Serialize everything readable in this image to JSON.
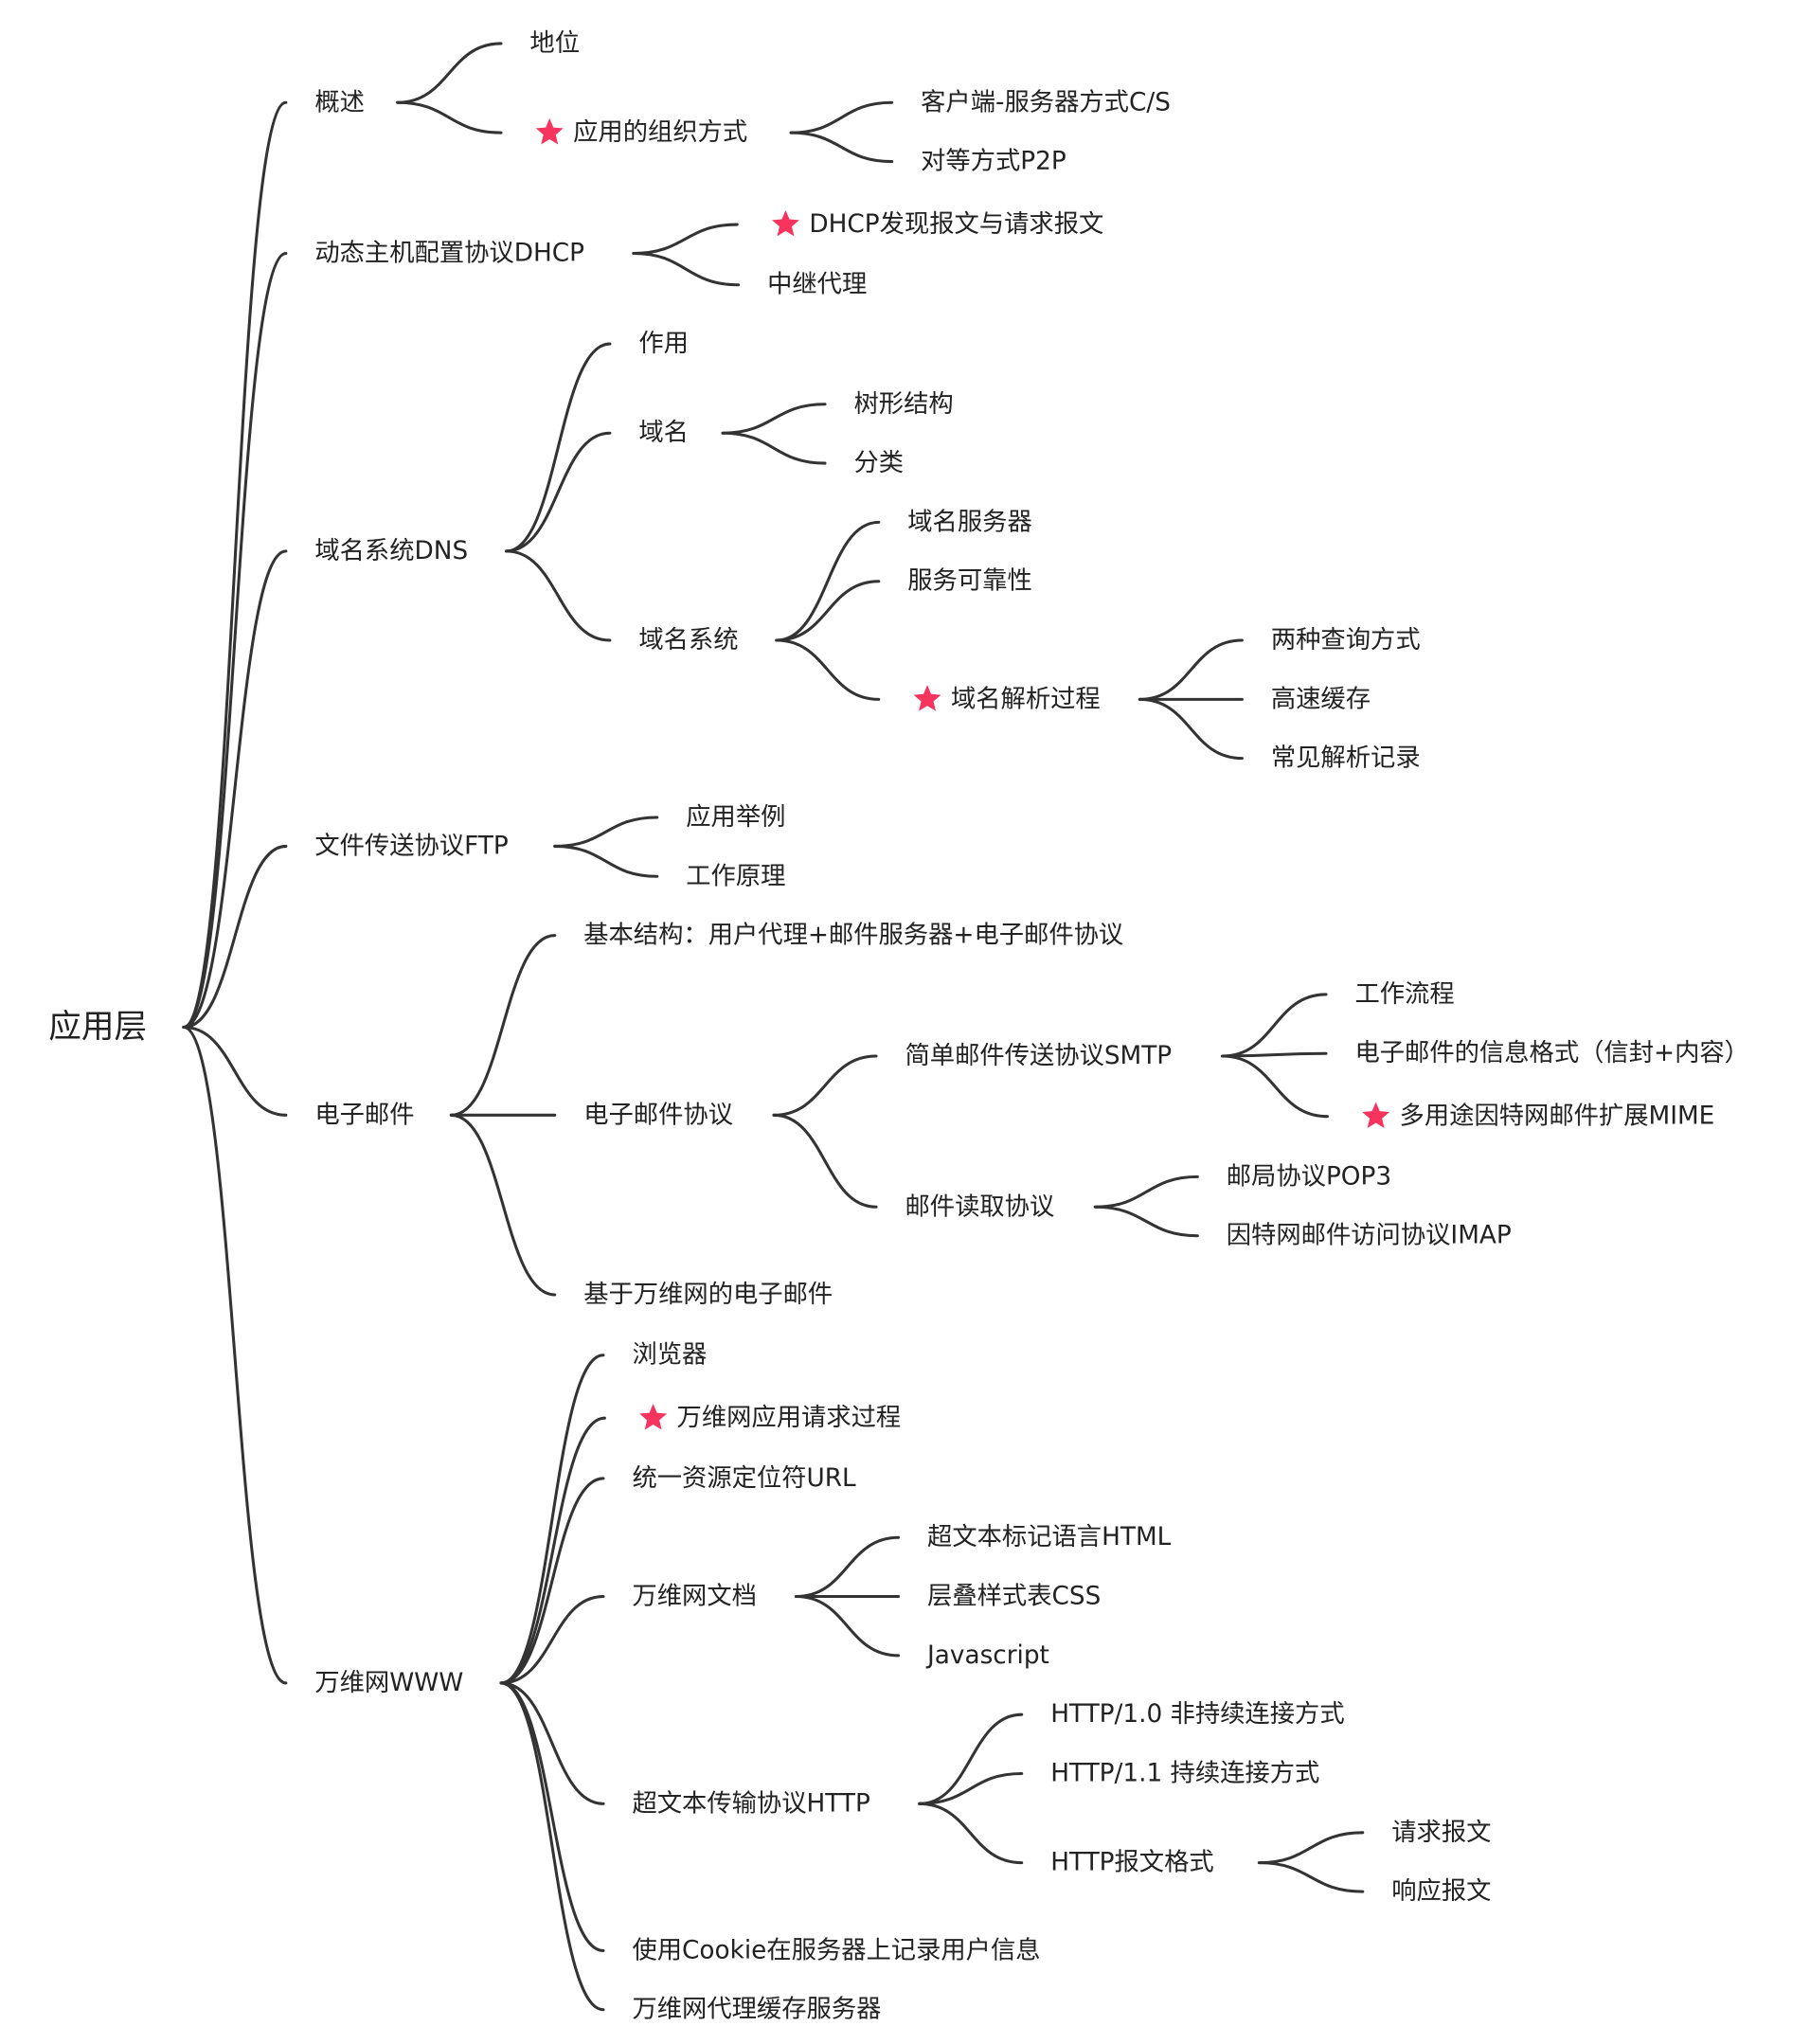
{
  "colors": {
    "line": "#333333",
    "text": "#222222",
    "star": "#f7345e"
  },
  "root": {
    "label": "应用层",
    "children": [
      {
        "label": "概述",
        "children": [
          {
            "label": "地位"
          },
          {
            "label": "应用的组织方式",
            "starred": true,
            "children": [
              {
                "label": "客户端-服务器方式C/S"
              },
              {
                "label": "对等方式P2P"
              }
            ]
          }
        ]
      },
      {
        "label": "动态主机配置协议DHCP",
        "children": [
          {
            "label": "DHCP发现报文与请求报文",
            "starred": true
          },
          {
            "label": "中继代理"
          }
        ]
      },
      {
        "label": "域名系统DNS",
        "children": [
          {
            "label": "作用"
          },
          {
            "label": "域名",
            "children": [
              {
                "label": "树形结构"
              },
              {
                "label": "分类"
              }
            ]
          },
          {
            "label": "域名系统",
            "children": [
              {
                "label": "域名服务器"
              },
              {
                "label": "服务可靠性"
              },
              {
                "label": "域名解析过程",
                "starred": true,
                "children": [
                  {
                    "label": "两种查询方式"
                  },
                  {
                    "label": "高速缓存"
                  },
                  {
                    "label": "常见解析记录"
                  }
                ]
              }
            ]
          }
        ]
      },
      {
        "label": "文件传送协议FTP",
        "children": [
          {
            "label": "应用举例"
          },
          {
            "label": "工作原理"
          }
        ]
      },
      {
        "label": "电子邮件",
        "children": [
          {
            "label": "基本结构：用户代理+邮件服务器+电子邮件协议"
          },
          {
            "label": "电子邮件协议",
            "children": [
              {
                "label": "简单邮件传送协议SMTP",
                "children": [
                  {
                    "label": "工作流程"
                  },
                  {
                    "label": "电子邮件的信息格式（信封+内容）"
                  },
                  {
                    "label": "多用途因特网邮件扩展MIME",
                    "starred": true
                  }
                ]
              },
              {
                "label": "邮件读取协议",
                "children": [
                  {
                    "label": "邮局协议POP3"
                  },
                  {
                    "label": "因特网邮件访问协议IMAP"
                  }
                ]
              }
            ]
          },
          {
            "label": "基于万维网的电子邮件"
          }
        ]
      },
      {
        "label": "万维网WWW",
        "children": [
          {
            "label": "浏览器"
          },
          {
            "label": "万维网应用请求过程",
            "starred": true
          },
          {
            "label": "统一资源定位符URL"
          },
          {
            "label": "万维网文档",
            "children": [
              {
                "label": "超文本标记语言HTML"
              },
              {
                "label": "层叠样式表CSS"
              },
              {
                "label": "Javascript"
              }
            ]
          },
          {
            "label": "超文本传输协议HTTP",
            "children": [
              {
                "label": "HTTP/1.0 非持续连接方式"
              },
              {
                "label": "HTTP/1.1 持续连接方式"
              },
              {
                "label": "HTTP报文格式",
                "children": [
                  {
                    "label": "请求报文"
                  },
                  {
                    "label": "响应报文"
                  }
                ]
              }
            ]
          },
          {
            "label": "使用Cookie在服务器上记录用户信息"
          },
          {
            "label": "万维网代理缓存服务器"
          }
        ]
      }
    ]
  }
}
